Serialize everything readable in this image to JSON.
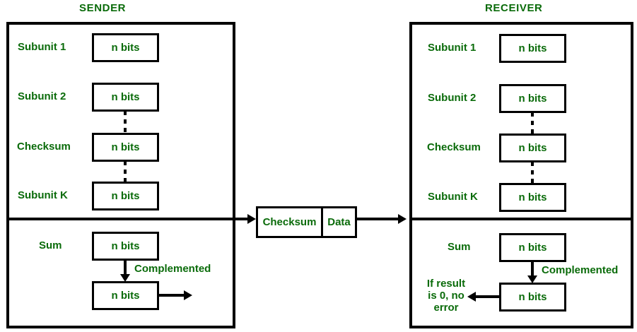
{
  "diagram": {
    "title_sender": "SENDER",
    "title_receiver": "RECEIVER",
    "accent_color": "#0a6b0a",
    "line_color": "#000000",
    "background": "#ffffff"
  },
  "sender": {
    "heading": "SENDER",
    "upper_rows": [
      {
        "label": "Subunit 1",
        "box": "n bits"
      },
      {
        "label": "Subunit 2",
        "box": "n bits"
      },
      {
        "label": "Checksum",
        "box": "n bits"
      },
      {
        "label": "Subunit K",
        "box": "n bits"
      }
    ],
    "lower": {
      "sum_label": "Sum",
      "sum_box": "n bits",
      "complement_annotation": "Complemented",
      "complement_box": "n bits"
    }
  },
  "packet": {
    "checksum_field": "Checksum",
    "data_field": "Data"
  },
  "receiver": {
    "heading": "RECEIVER",
    "upper_rows": [
      {
        "label": "Subunit 1",
        "box": "n bits"
      },
      {
        "label": "Subunit 2",
        "box": "n bits"
      },
      {
        "label": "Checksum",
        "box": "n bits"
      },
      {
        "label": "Subunit K",
        "box": "n bits"
      }
    ],
    "lower": {
      "sum_label": "Sum",
      "sum_box": "n bits",
      "complement_annotation": "Complemented",
      "complement_box": "n bits",
      "result_note": "If result\nis 0, no\nerror"
    }
  }
}
